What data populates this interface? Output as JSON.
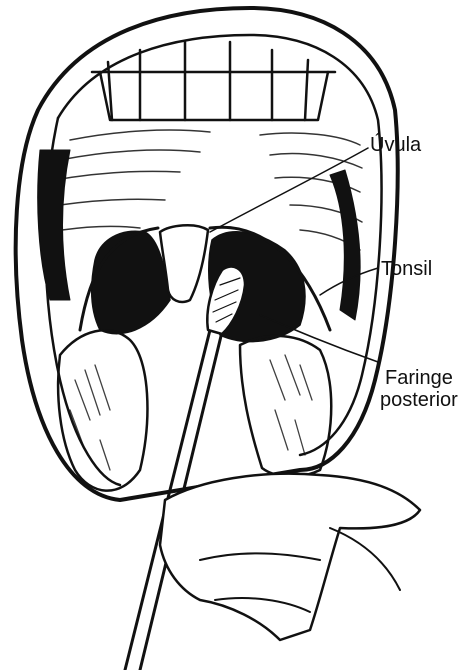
{
  "diagram": {
    "labels": {
      "uvula": "Úvula",
      "tonsil": "Tonsil",
      "pharynx_line1": "Faringe",
      "pharynx_line2": "posterior"
    },
    "colors": {
      "ink": "#111111",
      "background": "#ffffff"
    }
  }
}
